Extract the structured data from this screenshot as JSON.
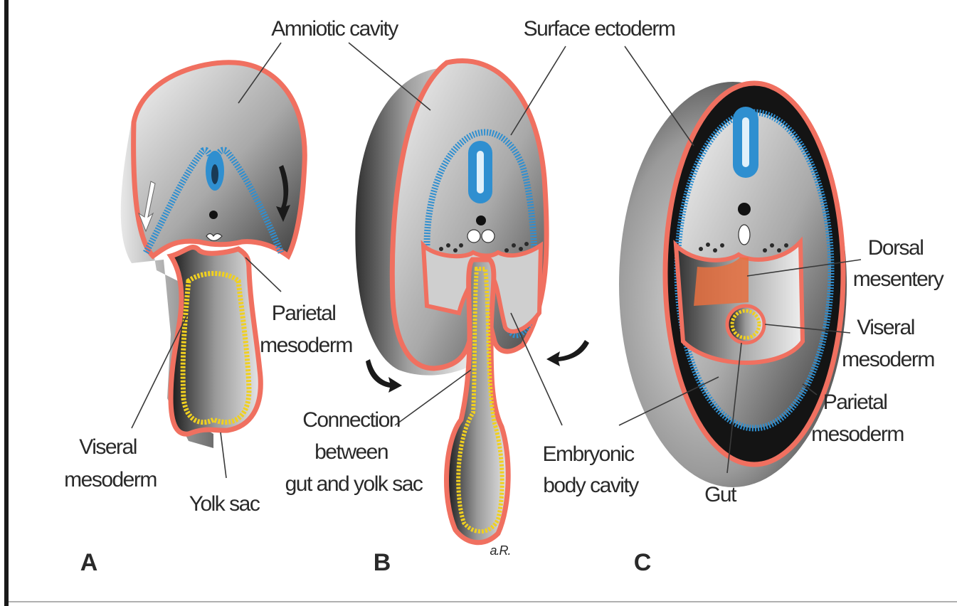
{
  "labels": {
    "amniotic_cavity": "Amniotic cavity",
    "surface_ectoderm": "Surface ectoderm",
    "parietal_mesoderm_a": [
      "Parietal",
      "mesoderm"
    ],
    "viseral_mesoderm_a": [
      "Viseral",
      "mesoderm"
    ],
    "yolk_sac": "Yolk sac",
    "connection": [
      "Connection",
      "between",
      "gut and yolk sac"
    ],
    "embryonic_body_cavity": [
      "Embryonic",
      "body cavity"
    ],
    "dorsal_mesentery": [
      "Dorsal",
      "mesentery"
    ],
    "viseral_mesoderm_c": [
      "Viseral",
      "mesoderm"
    ],
    "parietal_mesoderm_c": [
      "Parietal",
      "mesoderm"
    ],
    "gut": "Gut"
  },
  "panels": [
    "A",
    "B",
    "C"
  ],
  "signature": "a.R.",
  "colors": {
    "ectoderm": "#2f8fd0",
    "mesoderm": "#f07060",
    "endoderm": "#f0d020",
    "mesentery": "#e87040",
    "tissue_grey": "#8a8a8a"
  }
}
